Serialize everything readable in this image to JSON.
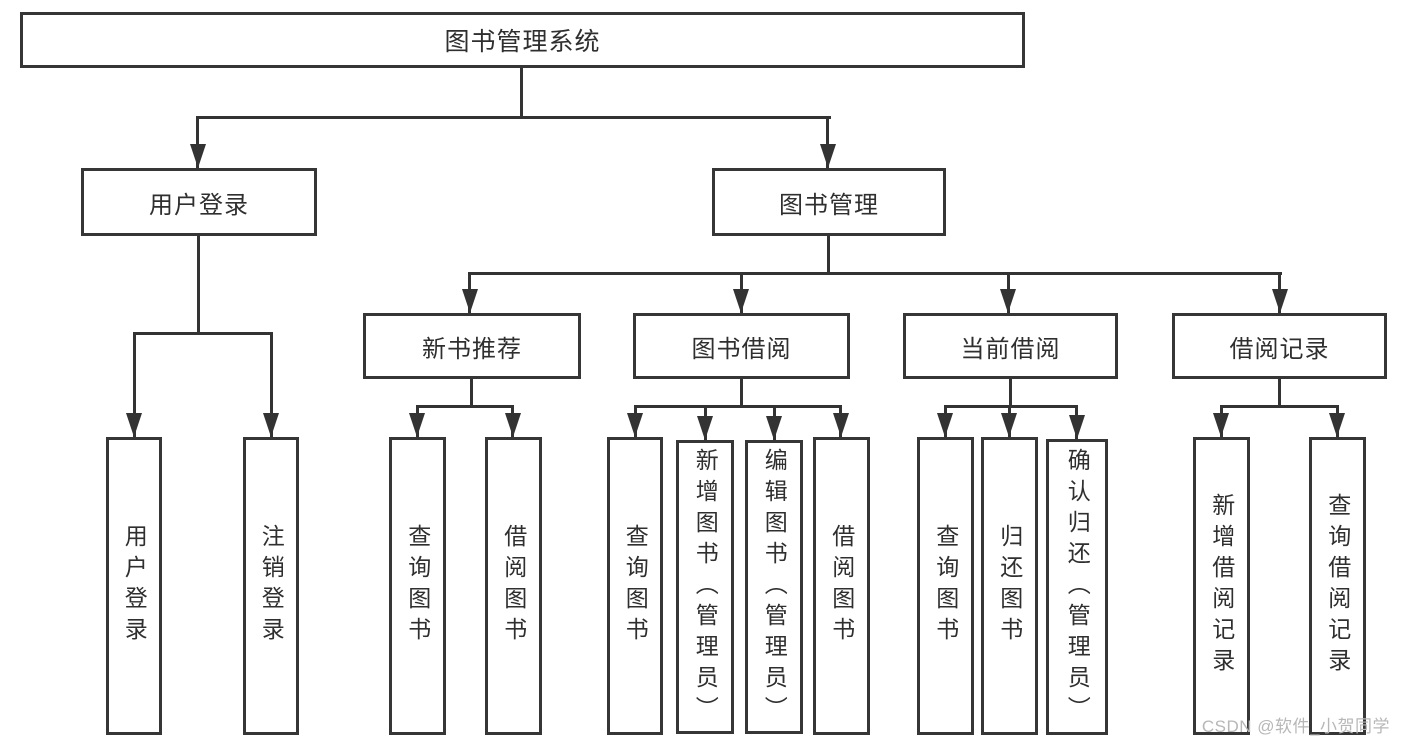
{
  "diagram": {
    "tree": {
      "label": "图书管理系统",
      "children": [
        {
          "label": "用户登录",
          "children": [
            {
              "label": "用户登录"
            },
            {
              "label": "注销登录"
            }
          ]
        },
        {
          "label": "图书管理",
          "children": [
            {
              "label": "新书推荐",
              "children": [
                {
                  "label": "查询图书"
                },
                {
                  "label": "借阅图书"
                }
              ]
            },
            {
              "label": "图书借阅",
              "children": [
                {
                  "label": "查询图书"
                },
                {
                  "label": "新增图书（管理员）"
                },
                {
                  "label": "编辑图书（管理员）"
                },
                {
                  "label": "借阅图书"
                }
              ]
            },
            {
              "label": "当前借阅",
              "children": [
                {
                  "label": "查询图书"
                },
                {
                  "label": "归还图书"
                },
                {
                  "label": "确认归还（管理员）"
                }
              ]
            },
            {
              "label": "借阅记录",
              "children": [
                {
                  "label": "新增借阅记录"
                },
                {
                  "label": "查询借阅记录"
                }
              ]
            }
          ]
        }
      ]
    },
    "colors": {
      "line": "#333333",
      "text": "#2f2f2f",
      "background": "#ffffff",
      "watermark": "#b7b7b7"
    }
  },
  "watermark": {
    "text": "CSDN @软件_小贺同学"
  }
}
